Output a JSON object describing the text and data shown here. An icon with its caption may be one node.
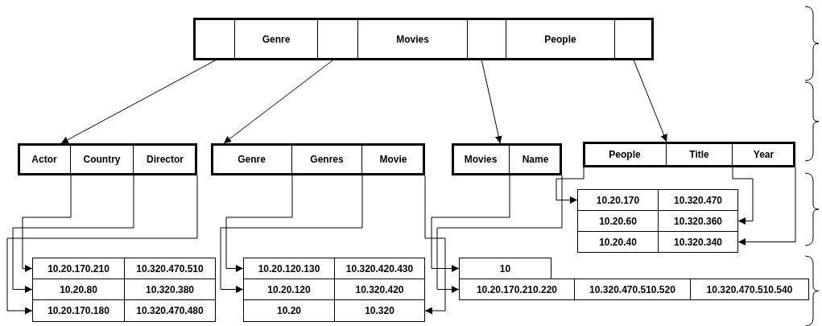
{
  "diagram": {
    "nodes": [
      {
        "text": [],
        "shape": "box"
      },
      {
        "text": [],
        "shape": "box",
        "in": 0
      },
      {
        "text": [
          "Genre"
        ],
        "in": 0
      },
      {
        "text": [],
        "shape": "box",
        "in": 0
      },
      {
        "text": [
          "Movies"
        ],
        "in": 0
      },
      {
        "text": [],
        "shape": "box",
        "in": 0
      },
      {
        "text": [
          "People"
        ],
        "in": 0
      },
      {
        "text": [],
        "shape": "box",
        "in": 0
      },
      {
        "text": [],
        "shape": "box"
      },
      {
        "text": [
          "Actor"
        ],
        "in": 8
      },
      {
        "text": [
          "Country"
        ],
        "in": 8
      },
      {
        "text": [
          "Director"
        ],
        "in": 8
      },
      {
        "text": [],
        "shape": "box"
      },
      {
        "text": [
          "Genre"
        ],
        "in": 12
      },
      {
        "text": [
          "Genres"
        ],
        "in": 12
      },
      {
        "text": [
          "Movie"
        ],
        "in": 12
      },
      {
        "text": [],
        "shape": "box"
      },
      {
        "text": [
          "Movies"
        ],
        "in": 16
      },
      {
        "text": [
          "Name"
        ],
        "in": 16
      },
      {
        "text": [],
        "shape": "box"
      },
      {
        "text": [
          "People"
        ],
        "in": 19
      },
      {
        "text": [
          "Title"
        ],
        "in": 19
      },
      {
        "text": [
          "Year"
        ],
        "in": 19
      },
      {
        "text": [
          "10.20.170"
        ]
      },
      {
        "text": [
          "10.320.470"
        ]
      },
      {
        "text": [
          "10.20.60"
        ]
      },
      {
        "text": [
          "10.320.360"
        ]
      },
      {
        "text": [
          "10.20.40"
        ]
      },
      {
        "text": [
          "10.320.340"
        ]
      },
      {
        "text": [
          "10.20.170.210"
        ]
      },
      {
        "text": [
          "10.320.470.510"
        ]
      },
      {
        "text": [
          "10.20.80"
        ]
      },
      {
        "text": [
          "10.320.380"
        ]
      },
      {
        "text": [
          "10.20.170.180"
        ]
      },
      {
        "text": [
          "10.320.470.480"
        ]
      },
      {
        "text": [
          "10.20.120.130"
        ]
      },
      {
        "text": [
          "10.320.420.430"
        ]
      },
      {
        "text": [
          "10.20.120"
        ]
      },
      {
        "text": [
          "10.320.420"
        ]
      },
      {
        "text": [
          "10.20"
        ]
      },
      {
        "text": [
          "10.320"
        ]
      },
      {
        "text": [
          "10"
        ]
      },
      {
        "text": [
          "10.20.170.210.220"
        ]
      },
      {
        "text": [
          "10.320.470.510.520"
        ]
      },
      {
        "text": [
          "10.320.470.510.540"
        ]
      }
    ],
    "edges": [
      {
        "from": 1,
        "to": 8,
        "arrow": "to"
      },
      {
        "from": 3,
        "to": 12,
        "arrow": "to"
      },
      {
        "from": 5,
        "to": 16,
        "arrow": "to"
      },
      {
        "from": 7,
        "to": 19,
        "arrow": "to"
      },
      {
        "from": 9,
        "to": 29,
        "arrow": "to"
      },
      {
        "from": 10,
        "to": 31,
        "arrow": "to"
      },
      {
        "from": 11,
        "to": 33,
        "arrow": "to"
      },
      {
        "from": 13,
        "to": 35,
        "arrow": "to"
      },
      {
        "from": 14,
        "to": 37,
        "arrow": "to"
      },
      {
        "from": 15,
        "to": 40,
        "arrow": "to"
      },
      {
        "from": 17,
        "to": 41,
        "arrow": "to"
      },
      {
        "from": 18,
        "to": 42,
        "arrow": "to"
      },
      {
        "from": 20,
        "to": 23,
        "arrow": "to"
      },
      {
        "from": 21,
        "to": 26,
        "arrow": "to"
      },
      {
        "from": 22,
        "to": 28,
        "arrow": "to"
      }
    ]
  }
}
